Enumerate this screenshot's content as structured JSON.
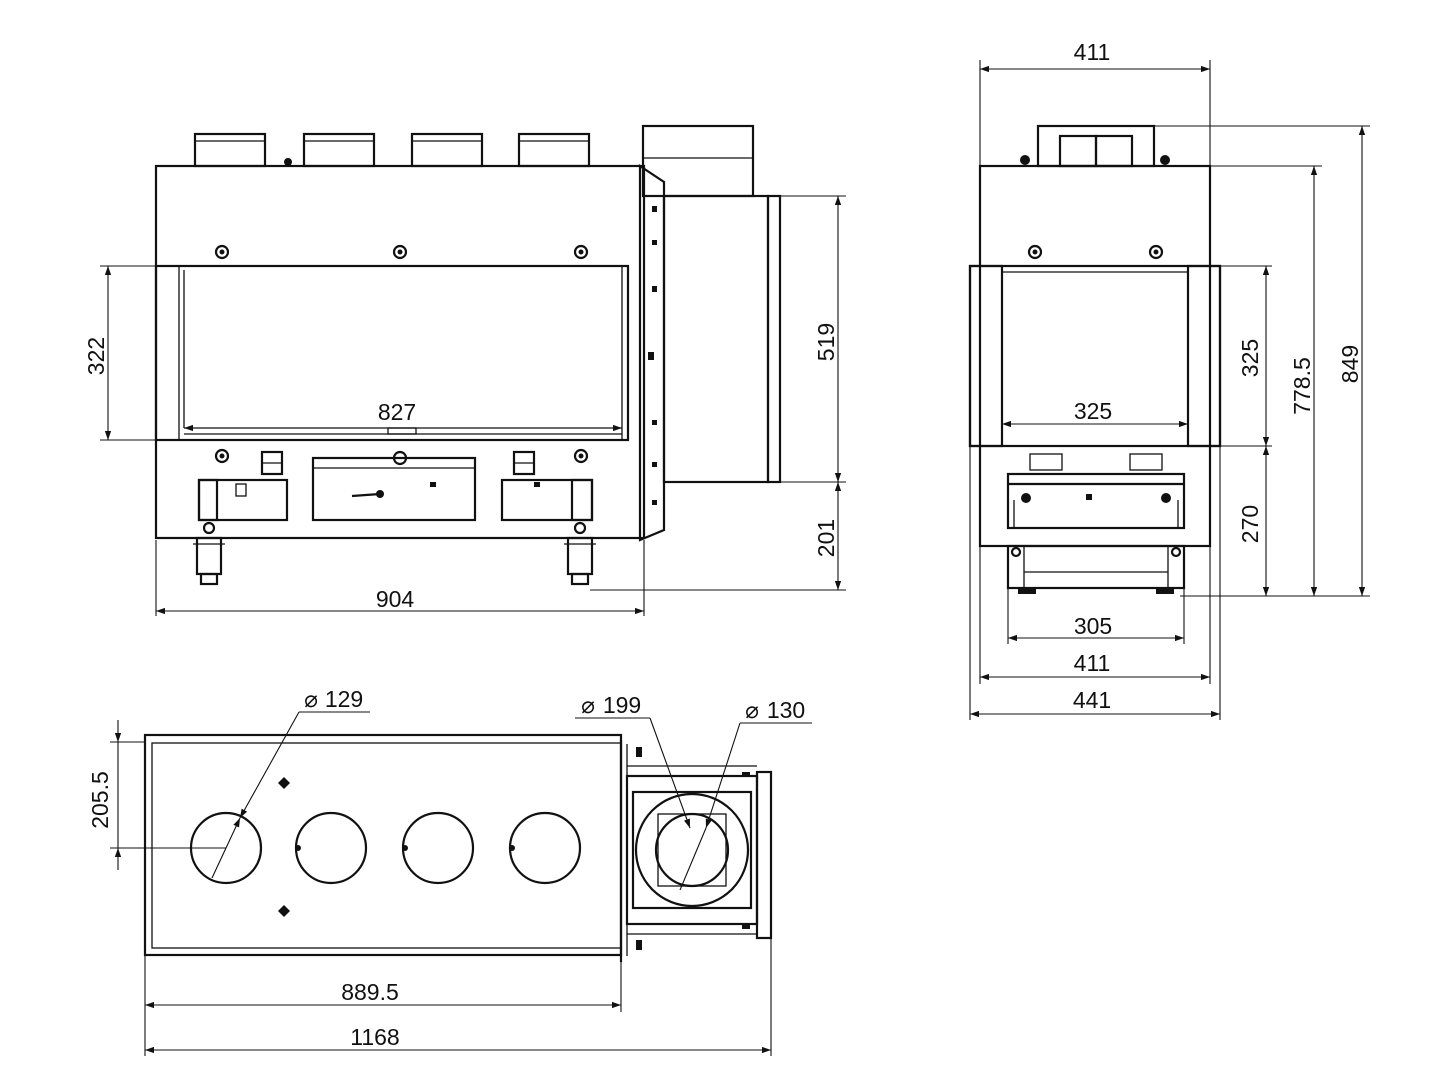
{
  "front_view": {
    "width_overall": "904",
    "glass_width": "827",
    "glass_height": "322",
    "upper_height": "519",
    "base_height": "201"
  },
  "side_view": {
    "top_width": "411",
    "overall_height": "849",
    "body_height": "778.5",
    "glass_height": "325",
    "base_height": "270",
    "glass_width": "325",
    "feet_width": "305",
    "body_width": "411",
    "overall_width": "441"
  },
  "top_view": {
    "flue_diameter_small": "129",
    "flue_diameter_large": "199",
    "flue_diameter_inner": "130",
    "offset_depth": "205.5",
    "body_length": "889.5",
    "overall_length": "1168"
  },
  "diameter_symbol": "⌀"
}
